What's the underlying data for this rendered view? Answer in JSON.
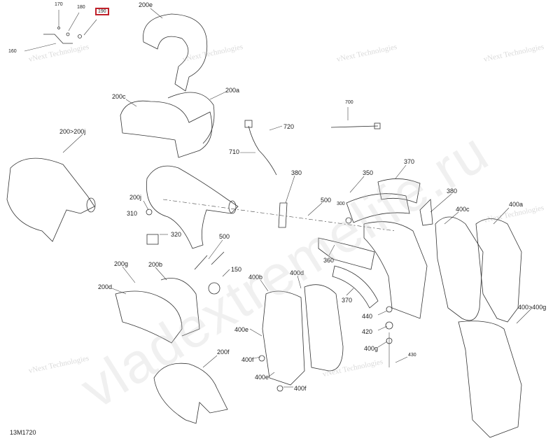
{
  "diagram_code": "13M1720",
  "highlighted_part": "190",
  "watermark_text": "vNext Technologies",
  "site_watermark": "vladextremelife.ru",
  "labels": [
    "170",
    "180",
    "190",
    "160",
    "200e",
    "200c",
    "200a",
    "200>200j",
    "700",
    "720",
    "710",
    "350",
    "370",
    "380",
    "500",
    "300",
    "380",
    "400c",
    "400a",
    "200j",
    "310",
    "320",
    "500",
    "360",
    "150",
    "200g",
    "200b",
    "200d",
    "400b",
    "400d",
    "370",
    "440",
    "420",
    "400g",
    "430",
    "400e",
    "400f",
    "400e",
    "400f",
    "200f",
    "400>400g"
  ]
}
